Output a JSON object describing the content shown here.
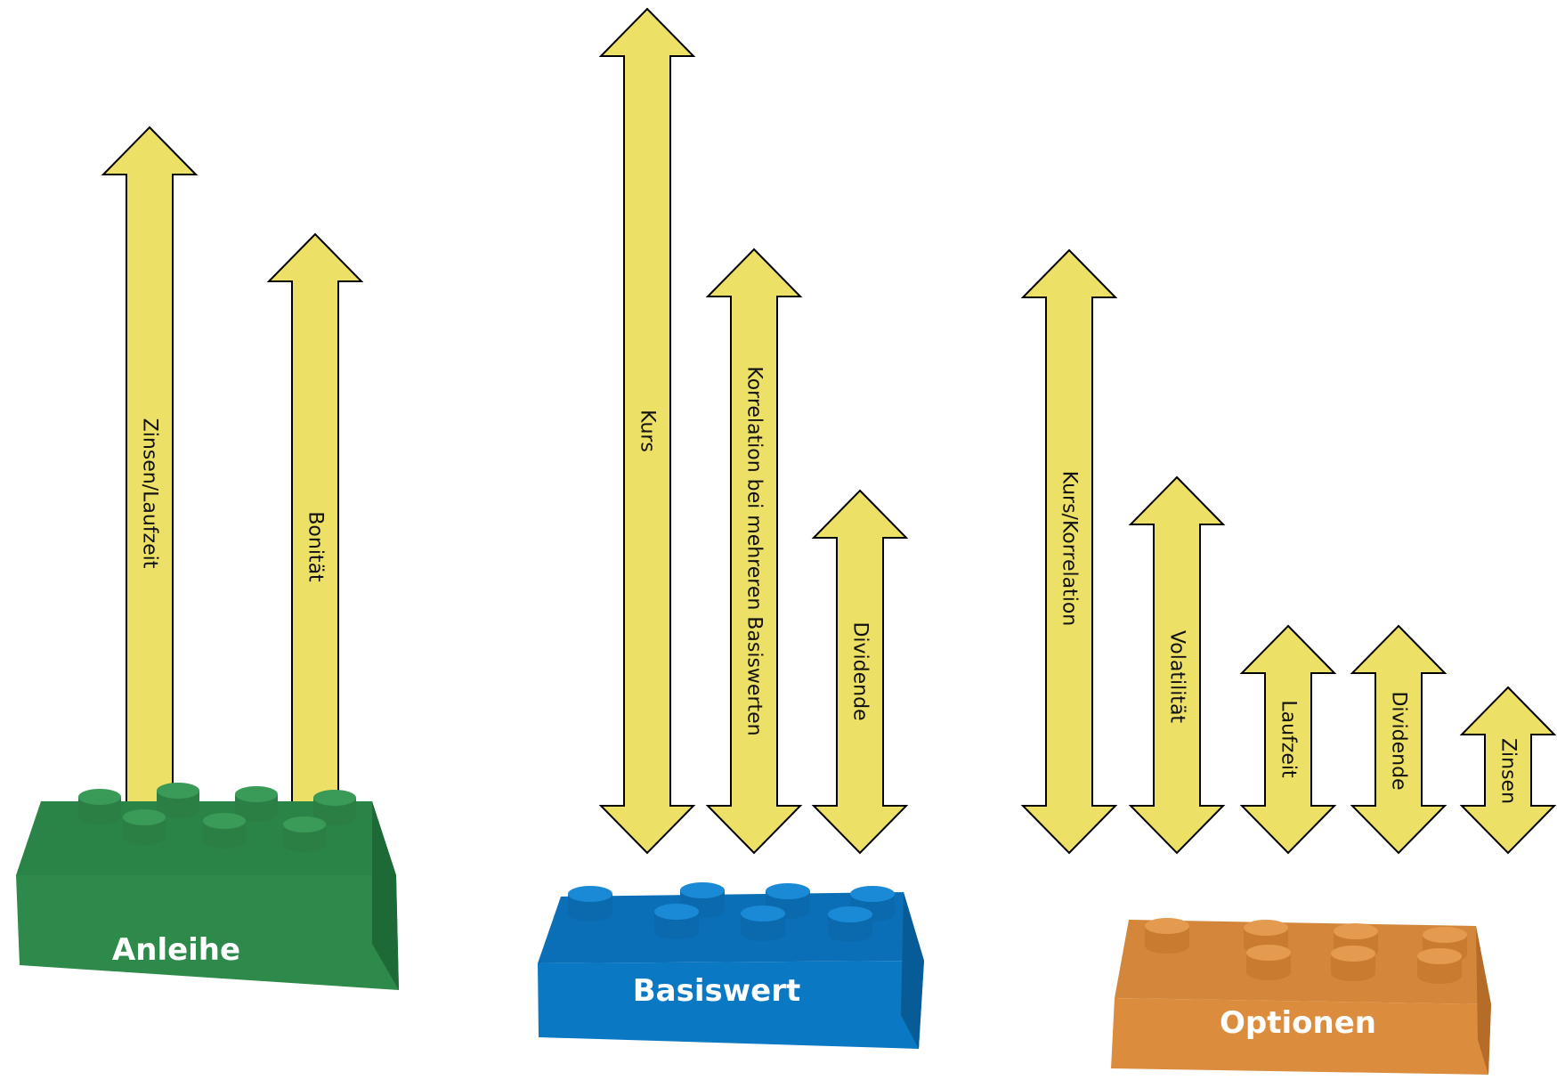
{
  "colors": {
    "arrow_fill": "#ede066",
    "arrow_stroke": "#000000",
    "green": "#2e8a4b",
    "blue": "#0b78c4",
    "orange": "#dc8c3d"
  },
  "groups": [
    {
      "brick": {
        "label": "Anleihe",
        "color": "green"
      },
      "arrows": [
        {
          "label": "Zinsen/Laufzeit"
        },
        {
          "label": "Bonität"
        }
      ]
    },
    {
      "brick": {
        "label": "Basiswert",
        "color": "blue"
      },
      "arrows": [
        {
          "label": "Kurs"
        },
        {
          "label": "Korrelation bei mehreren Basiswerten"
        },
        {
          "label": "Dividende"
        }
      ]
    },
    {
      "brick": {
        "label": "Optionen",
        "color": "orange"
      },
      "arrows": [
        {
          "label": "Kurs/Korrelation"
        },
        {
          "label": "Volatilität"
        },
        {
          "label": "Laufzeit"
        },
        {
          "label": "Dividende"
        },
        {
          "label": "Zinsen"
        }
      ]
    }
  ]
}
